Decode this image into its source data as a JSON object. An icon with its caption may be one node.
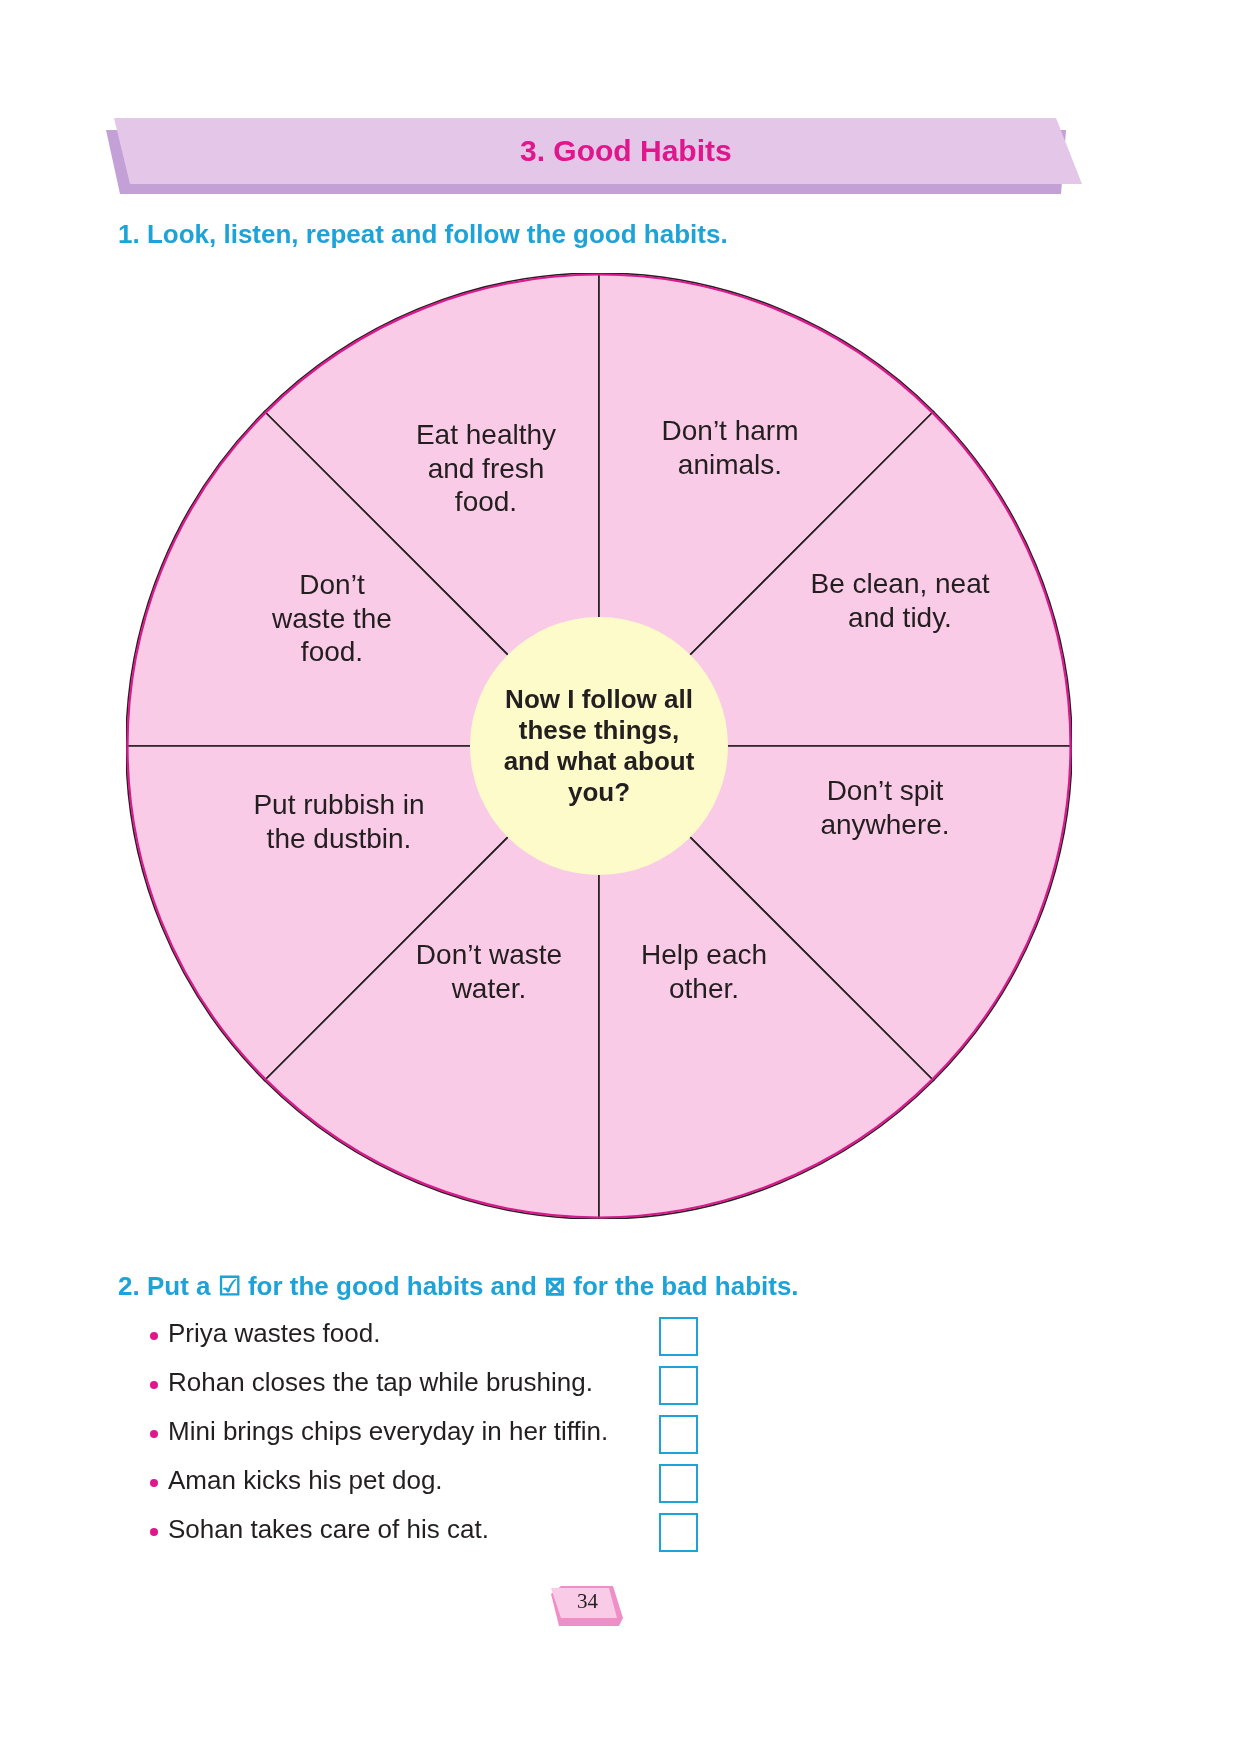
{
  "diagram": {
    "title": "3. Good Habits",
    "nodes": [
      {
        "text": [],
        "shape": "circle"
      },
      {
        "text": [
          "Eat healthy and fresh food."
        ],
        "in": 0
      },
      {
        "text": [
          "Don’t harm animals."
        ],
        "in": 0
      },
      {
        "text": [
          "Don’t waste the food."
        ],
        "in": 0
      },
      {
        "text": [
          "Be clean, neat and tidy."
        ],
        "in": 0
      },
      {
        "text": [
          "Now I follow all these things, and what about you?"
        ],
        "in": 0
      },
      {
        "text": [
          "Put rubbish in the dustbin."
        ],
        "in": 0
      },
      {
        "text": [
          "Don’t spit anywhere."
        ],
        "in": 0
      },
      {
        "text": [
          "Don’t waste water."
        ],
        "in": 0
      },
      {
        "text": [
          "Help each other."
        ],
        "in": 0
      }
    ],
    "labels": [
      "1. Look, listen, repeat and follow the good habits.",
      "2. Put a ☑ for the good habits and ⊠ for the bad habits.",
      "Priya wastes food.",
      "Rohan closes the tap while brushing.",
      "Mini brings chips everyday in her tiffin.",
      "Aman kicks his pet dog.",
      "Sohan takes care of his cat.",
      "34"
    ]
  }
}
